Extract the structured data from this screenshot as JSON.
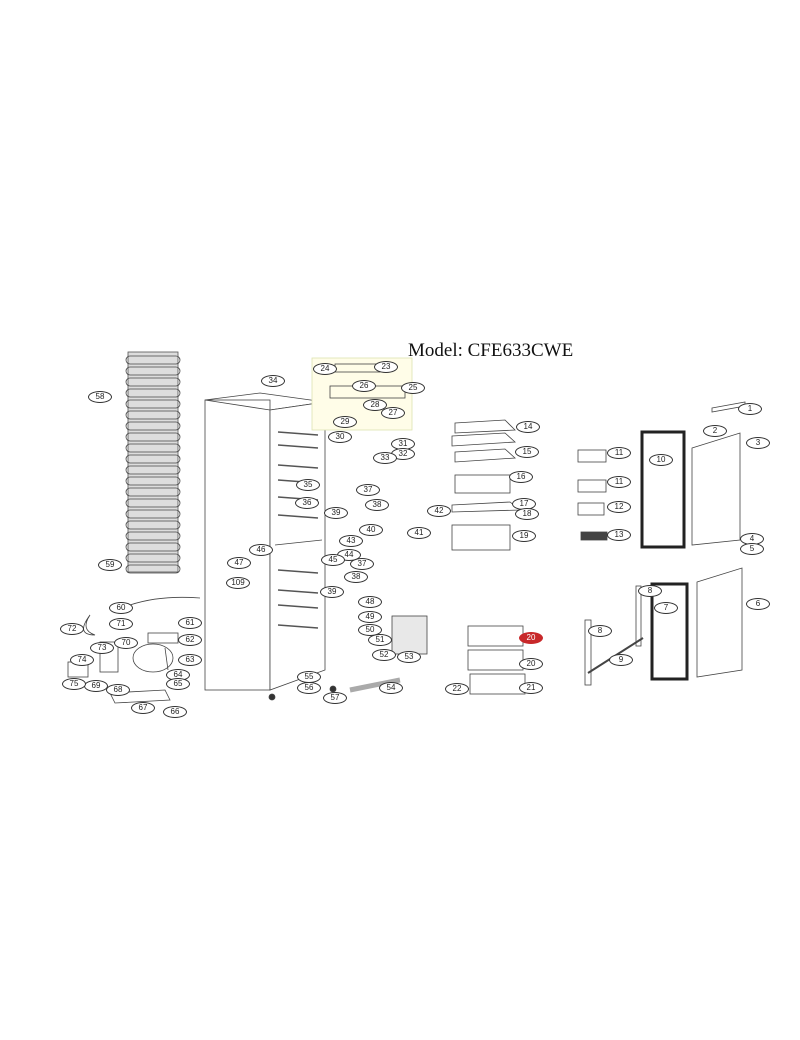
{
  "title": "Model: CFE633CWE",
  "highlight_color": "#c8282a",
  "callouts": [
    "1",
    "2",
    "3",
    "4",
    "5",
    "6",
    "7",
    "8",
    "8",
    "9",
    "10",
    "11",
    "11",
    "12",
    "13",
    "14",
    "15",
    "16",
    "17",
    "18",
    "19",
    "20",
    "20",
    "21",
    "22",
    "23",
    "24",
    "25",
    "26",
    "27",
    "28",
    "29",
    "30",
    "31",
    "32",
    "33",
    "34",
    "35",
    "36",
    "37",
    "37",
    "38",
    "38",
    "39",
    "39",
    "40",
    "41",
    "42",
    "43",
    "44",
    "45",
    "46",
    "47",
    "48",
    "49",
    "50",
    "51",
    "52",
    "53",
    "54",
    "55",
    "56",
    "57",
    "58",
    "59",
    "60",
    "61",
    "62",
    "63",
    "64",
    "65",
    "66",
    "67",
    "68",
    "69",
    "70",
    "71",
    "72",
    "73",
    "74",
    "75",
    "109"
  ]
}
